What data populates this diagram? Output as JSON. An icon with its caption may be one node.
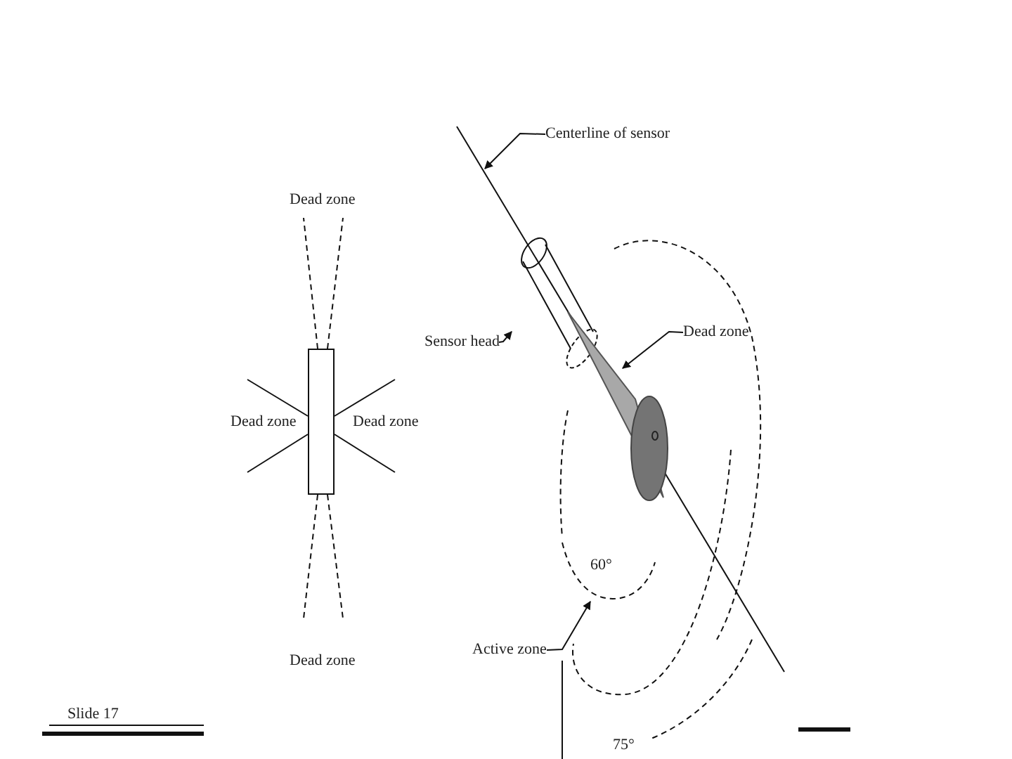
{
  "diagram": {
    "nodes": [
      {
        "text": [
          "Centerline of sensor"
        ]
      },
      {
        "text": [
          "Sensor head"
        ]
      },
      {
        "text": [],
        "shape": "cylinder"
      },
      {
        "text": [
          "Dead zone"
        ]
      },
      {
        "text": [],
        "shape": "cone"
      },
      {
        "text": [
          "Active zone"
        ]
      },
      {
        "text": [],
        "shape": "arc"
      },
      {
        "text": [],
        "shape": "box"
      }
    ],
    "edges": [
      {
        "from": 0,
        "to": null,
        "arrow": "to"
      },
      {
        "from": 1,
        "to": 2,
        "arrow": "to"
      },
      {
        "from": 3,
        "to": 4,
        "arrow": "to"
      },
      {
        "from": 5,
        "to": 6,
        "arrow": "to"
      }
    ],
    "labels": [
      "Dead zone",
      "Dead zone",
      "Dead zone",
      "60°",
      "Dead zone",
      "Slide 17",
      "75°"
    ]
  }
}
